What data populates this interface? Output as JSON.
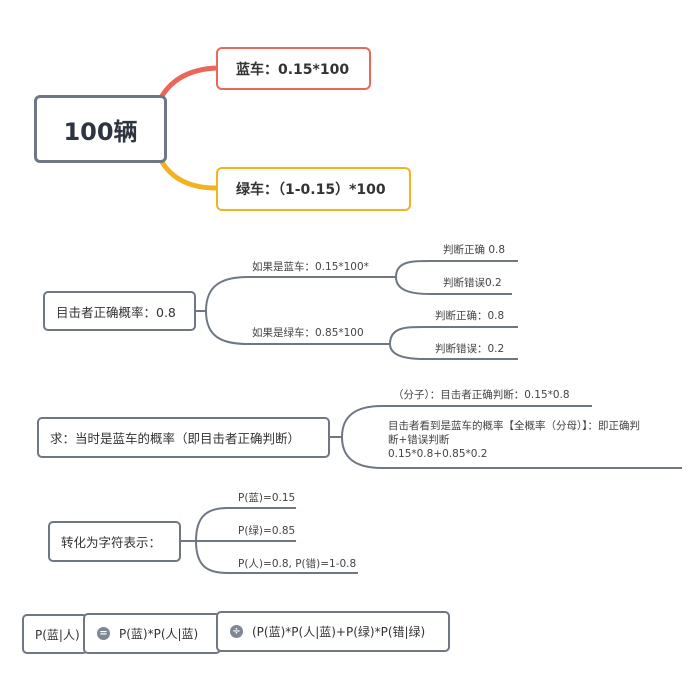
{
  "root": {
    "title": "100辆"
  },
  "blue_branch": {
    "label": "蓝车：0.15*100",
    "color": "#e8685a"
  },
  "green_branch": {
    "label": "绿车：（1-0.15）*100",
    "color": "#f3b321"
  },
  "witness": {
    "title": "目击者正确概率：0.8",
    "blue_case": {
      "label": "如果是蓝车：0.15*100*",
      "correct": "判断正确 0.8",
      "wrong": "判断错误0.2"
    },
    "green_case": {
      "label": "如果是绿车：0.85*100",
      "correct": "判断正确：0.8",
      "wrong": "判断错误：0.2"
    }
  },
  "question": {
    "title": "求：当时是蓝车的概率（即目击者正确判断）",
    "numerator": "（分子）：目击者正确判断：0.15*0.8",
    "denominator_line1": "目击者看到是蓝车的概率【全概率（分母）】：即正确判",
    "denominator_line2": "断+错误判断",
    "denominator_line3": "0.15*0.8+0.85*0.2"
  },
  "notation": {
    "title": "转化为字符表示：",
    "items": [
      "P(蓝)=0.15",
      "P(绿)=0.85",
      "P(人)=0.8, P(错)=1-0.8"
    ]
  },
  "formula": {
    "lhs": "P(蓝|人)",
    "equals_symbol": "=",
    "numerator": "P(蓝)*P(人|蓝)",
    "divide_symbol": "÷",
    "denominator": "(P(蓝)*P(人|蓝)+P(绿)*P(错|绿)"
  },
  "colors": {
    "connector": "#6f7784",
    "border": "#6f7784"
  }
}
